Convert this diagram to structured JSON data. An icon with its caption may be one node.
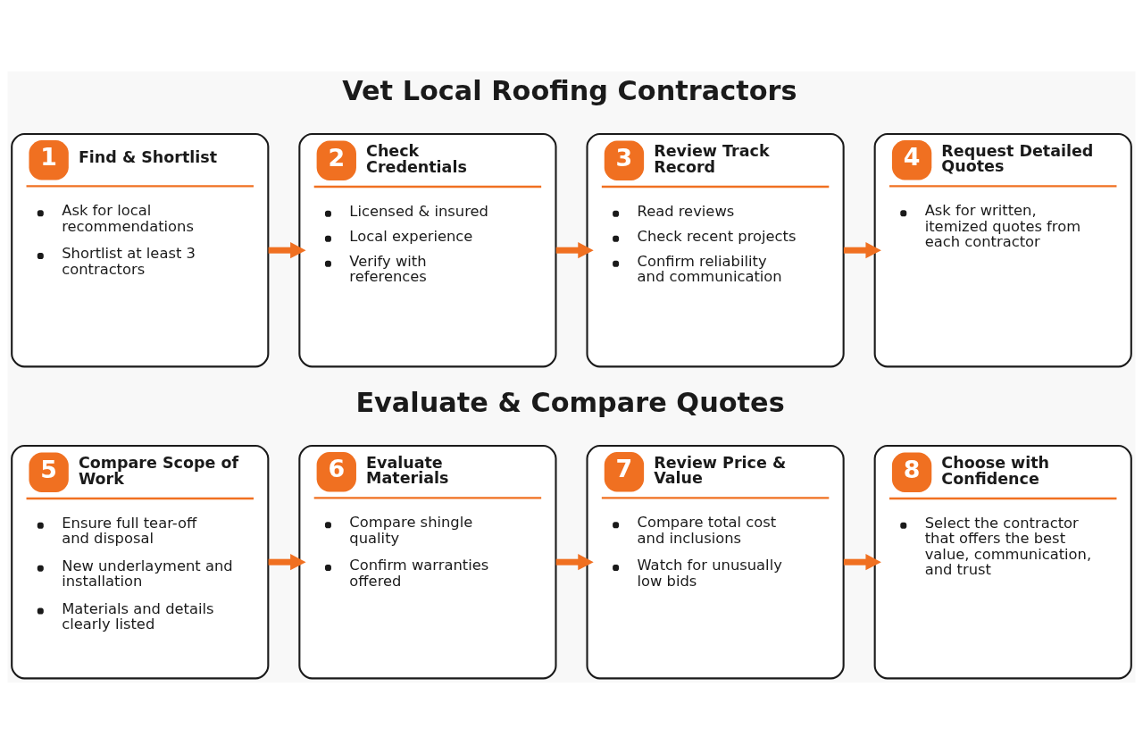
{
  "diagram": {
    "nodes": [
      {
        "text": [
          "1",
          "Find & Shortlist",
          "Ask for local recommendations",
          "Shortlist at least 3 contractors"
        ]
      },
      {
        "text": [
          "2",
          "Check Credentials",
          "Licensed & insured",
          "Local experience",
          "Verify with references"
        ]
      },
      {
        "text": [
          "3",
          "Review Track Record",
          "Read reviews",
          "Check recent projects",
          "Confirm reliability and communication"
        ]
      },
      {
        "text": [
          "4",
          "Request Detailed Quotes",
          "Ask for written, itemized quotes from each contractor"
        ]
      },
      {
        "text": [
          "5",
          "Compare Scope of Work",
          "Ensure full tear-off and disposal",
          "New underlayment and installation",
          "Materials and details clearly listed"
        ]
      },
      {
        "text": [
          "6",
          "Evaluate Materials",
          "Compare shingle quality",
          "Confirm warranties offered"
        ]
      },
      {
        "text": [
          "7",
          "Review Price & Value",
          "Compare total cost and inclusions",
          "Watch for unusually low bids"
        ]
      },
      {
        "text": [
          "8",
          "Choose with Confidence",
          "Select the contractor that offers the best value, communication, and trust"
        ]
      }
    ],
    "edges": [
      {
        "from": 0,
        "to": 1,
        "arrow": "to"
      },
      {
        "from": 1,
        "to": 2,
        "arrow": "to"
      },
      {
        "from": 2,
        "to": 3,
        "arrow": "to"
      },
      {
        "from": 4,
        "to": 5,
        "arrow": "to"
      },
      {
        "from": 5,
        "to": 6,
        "arrow": "to"
      },
      {
        "from": 6,
        "to": 7,
        "arrow": "to"
      }
    ],
    "labels": [
      "Vet Local Roofing Contractors",
      "Evaluate & Compare Quotes"
    ]
  }
}
